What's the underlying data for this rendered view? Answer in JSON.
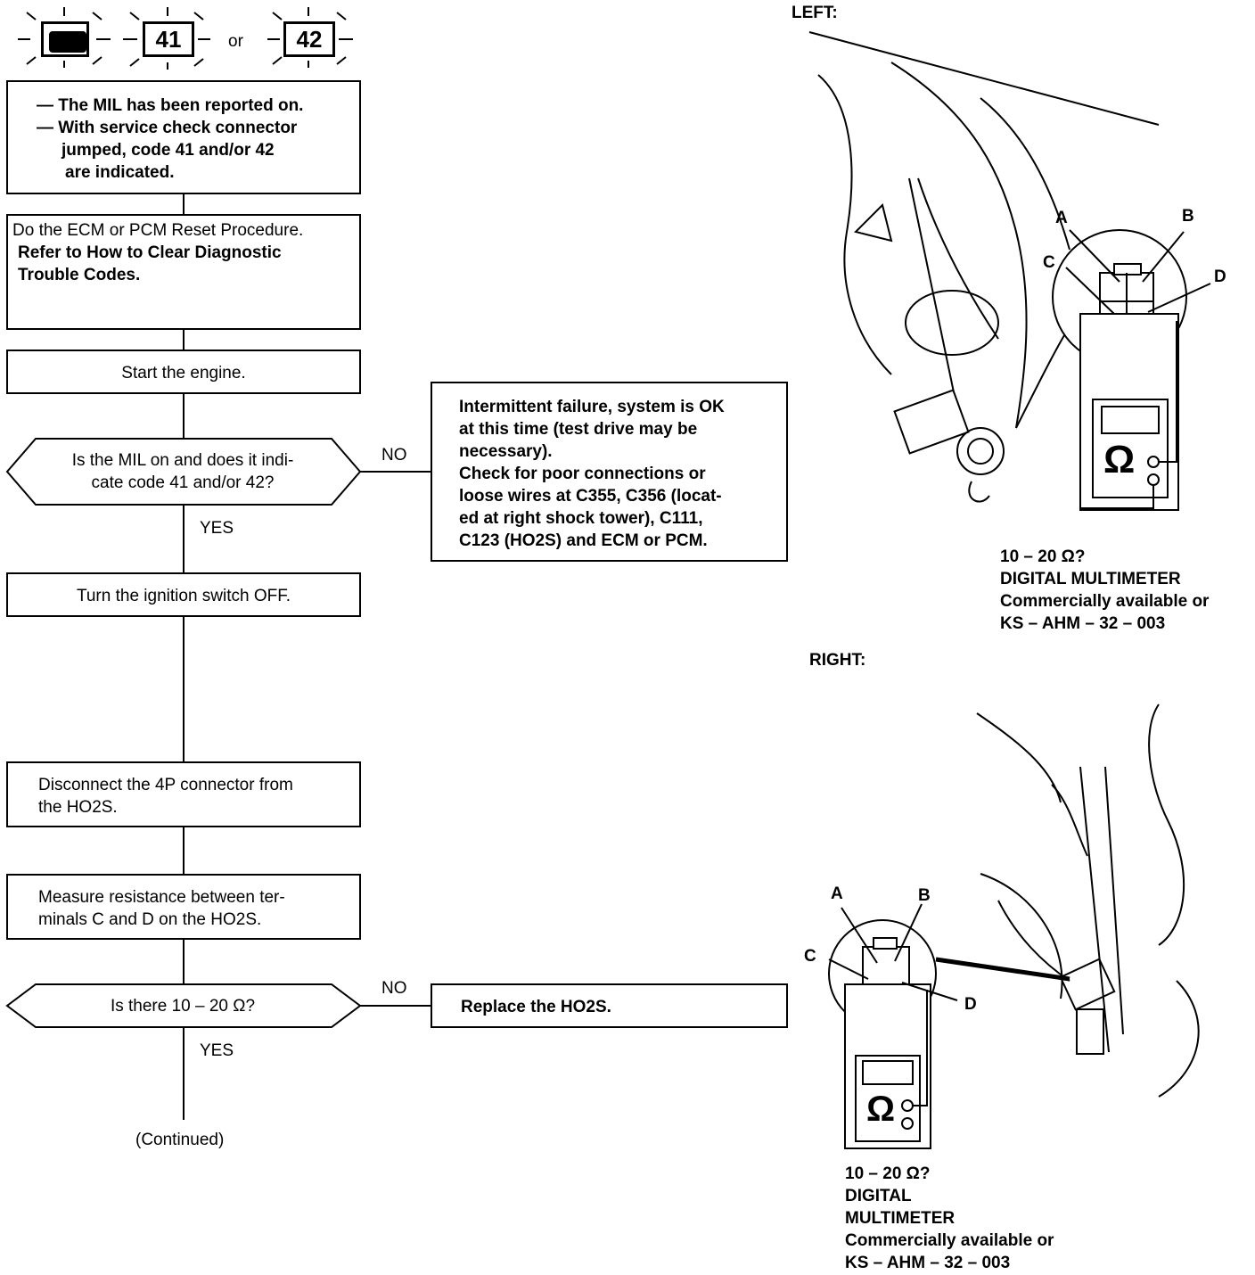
{
  "header": {
    "mil_icon": "check-engine-icon",
    "code_a": "41",
    "or_text": "or",
    "code_b": "42"
  },
  "flow": {
    "symptom": [
      "— The MIL has been reported on.",
      "— With service check connector",
      "jumped, code 41 and/or 42",
      "are indicated."
    ],
    "reset_line1": "Do the ECM or PCM Reset Procedure.",
    "reset_line2": "Refer to How to Clear Diagnostic",
    "reset_line3": "Trouble Codes.",
    "start": "Start the engine.",
    "q1": [
      "Is the MIL on and does it indi-",
      "cate code 41 and/or 42?"
    ],
    "q1_no": "NO",
    "q1_yes": "YES",
    "intermittent": [
      "Intermittent failure, system is OK",
      "at this time (test drive may be",
      "necessary).",
      "Check for poor connections or",
      "loose wires at C355, C356 (locat-",
      "ed at right shock tower), C111,",
      "C123 (HO2S) and ECM or PCM."
    ],
    "ignition": "Turn the ignition switch OFF.",
    "disconnect": [
      "Disconnect the 4P connector from",
      "the HO2S."
    ],
    "measure": [
      "Measure resistance between ter-",
      "minals C and D on the HO2S."
    ],
    "q2": "Is there 10 – 20 Ω?",
    "q2_no": "NO",
    "q2_yes": "YES",
    "replace": "Replace the HO2S.",
    "continued": "(Continued)"
  },
  "left_view": {
    "title": "LEFT:",
    "terminals": [
      "A",
      "B",
      "C",
      "D"
    ],
    "spec": [
      "10 – 20 Ω?",
      "DIGITAL MULTIMETER",
      "Commercially available or",
      "KS – AHM – 32 – 003"
    ]
  },
  "right_view": {
    "title": "RIGHT:",
    "terminals": [
      "A",
      "B",
      "C",
      "D"
    ],
    "spec": [
      "10 – 20 Ω?",
      "DIGITAL",
      "MULTIMETER",
      "Commercially available or",
      "KS – AHM – 32 – 003"
    ]
  }
}
